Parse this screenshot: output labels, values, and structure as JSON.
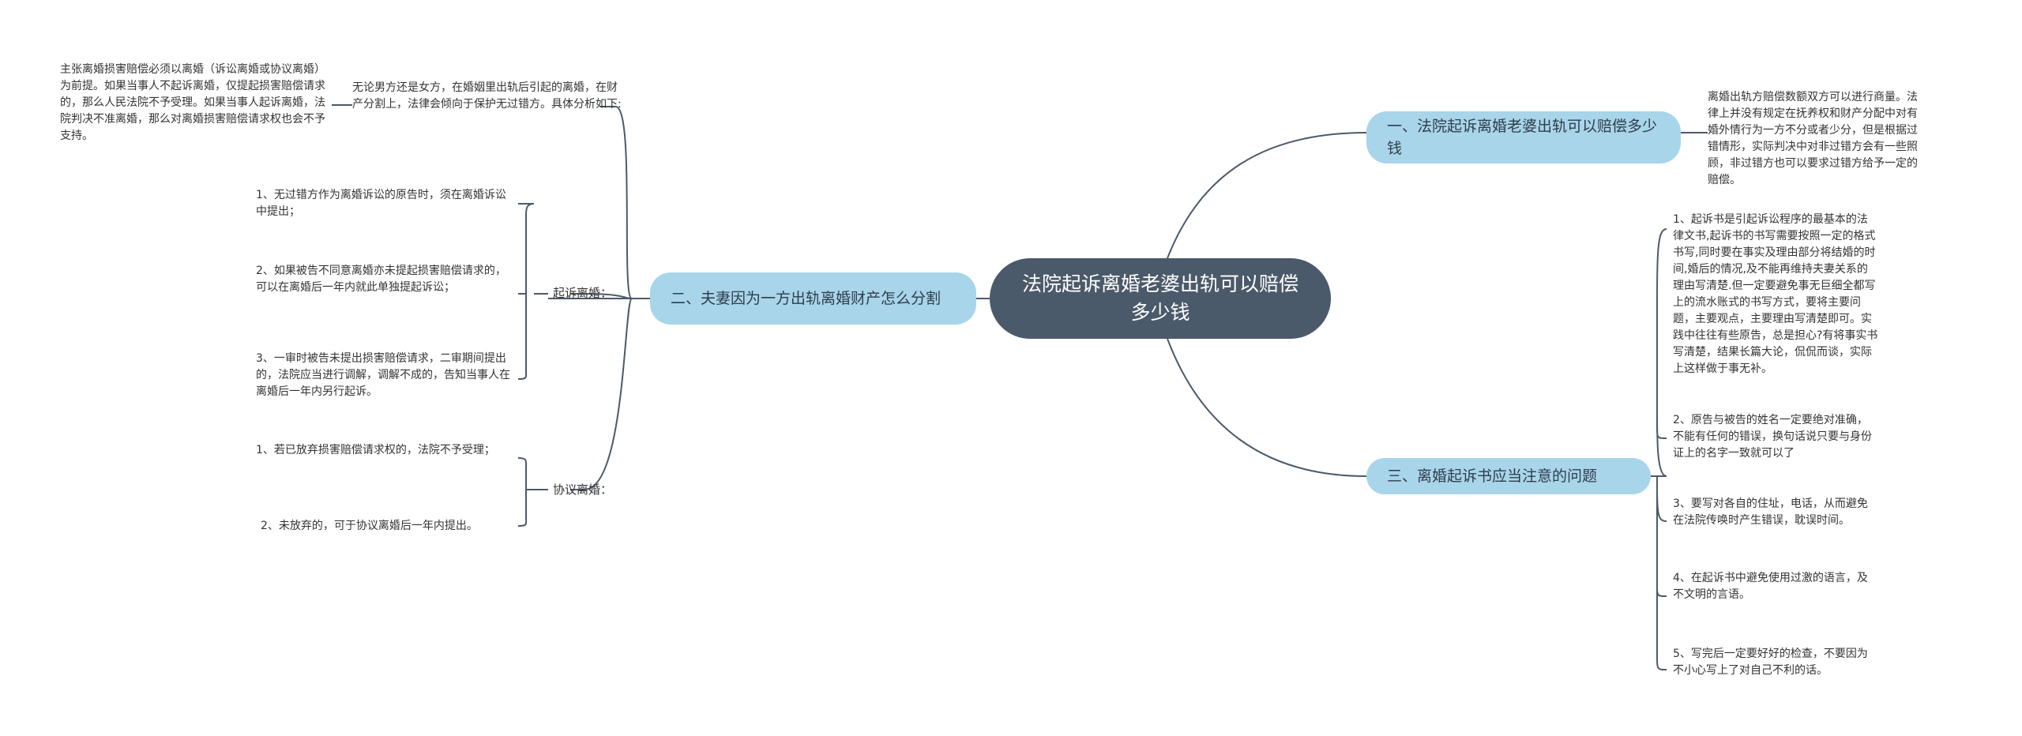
{
  "root": {
    "title": "法院起诉离婚老婆出轨可以赔偿多少钱"
  },
  "branches": [
    {
      "label": "一、法院起诉离婚老婆出轨可以赔偿多少钱",
      "children": [
        {
          "text": "离婚出轨方赔偿数额双方可以进行商量。法律上并没有规定在抚养权和财产分配中对有婚外情行为一方不分或者少分，但是根据过错情形，实际判决中对非过错方会有一些照顾，非过错方也可以要求过错方给予一定的赔偿。"
        }
      ]
    },
    {
      "label": "三、离婚起诉书应当注意的问题",
      "children": [
        {
          "text": "1、起诉书是引起诉讼程序的最基本的法律文书,起诉书的书写需要按照一定的格式书写,同时要在事实及理由部分将结婚的时间,婚后的情况,及不能再维持夫妻关系的理由写清楚.但一定要避免事无巨细全都写上的流水账式的书写方式，要将主要问题，主要观点，主要理由写清楚即可。实践中往往有些原告，总是担心?有将事实书写清楚，结果长篇大论，侃侃而谈，实际上这样做于事无补。"
        },
        {
          "text": "2、原告与被告的姓名一定要绝对准确，不能有任何的错误，换句话说只要与身份证上的名字一致就可以了"
        },
        {
          "text": "3、要写对各自的住址，电话，从而避免在法院传唤时产生错误，耽误时间。"
        },
        {
          "text": "4、在起诉书中避免使用过激的语言，及不文明的言语。"
        },
        {
          "text": "5、写完后一定要好好的检查，不要因为不小心写上了对自己不利的话。"
        }
      ]
    },
    {
      "label": "二、夫妻因为一方出轨离婚财产怎么分割",
      "intro": "无论男方还是女方，在婚姻里出轨后引起的离婚，在财产分割上，法律会倾向于保护无过错方。具体分析如下:",
      "intro_note": "主张离婚损害赔偿必须以离婚（诉讼离婚或协议离婚）为前提。如果当事人不起诉离婚，仅提起损害赔偿请求的，那么人民法院不予受理。如果当事人起诉离婚，法院判决不准离婚，那么对离婚损害赔偿请求权也会不予支持。",
      "groups": [
        {
          "label": "起诉离婚：",
          "items": [
            "1、无过错方作为离婚诉讼的原告时，须在离婚诉讼中提出；",
            "2、如果被告不同意离婚亦未提起损害赔偿请求的，可以在离婚后一年内就此单独提起诉讼；",
            "3、一审时被告未提出损害赔偿请求，二审期间提出的，法院应当进行调解，调解不成的，告知当事人在离婚后一年内另行起诉。"
          ]
        },
        {
          "label": "协议离婚：",
          "items": [
            "1、若已放弃损害赔偿请求权的，法院不予受理；",
            "2、未放弃的，可于协议离婚后一年内提出。"
          ]
        }
      ]
    }
  ],
  "colors": {
    "root": "#4b5a6a",
    "branch": "#a8d5ea",
    "line": "#4b5a6a"
  }
}
